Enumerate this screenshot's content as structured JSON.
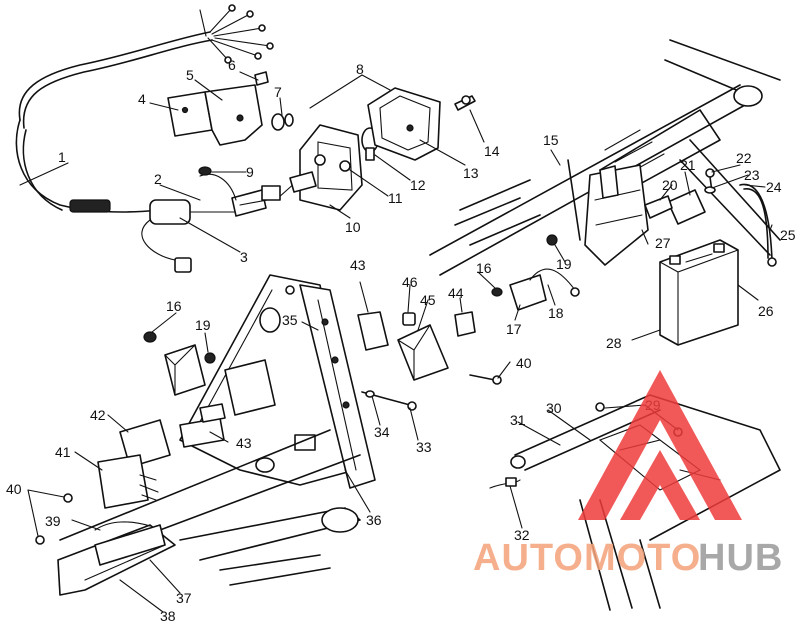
{
  "labels": {
    "l1": "1",
    "l2": "2",
    "l3": "3",
    "l4": "4",
    "l5": "5",
    "l6": "6",
    "l7": "7",
    "l8": "8",
    "l9": "9",
    "l10": "10",
    "l11": "11",
    "l12": "12",
    "l13": "13",
    "l14": "14",
    "l15": "15",
    "l16a": "16",
    "l16b": "16",
    "l17": "17",
    "l18": "18",
    "l19a": "19",
    "l19b": "19",
    "l20": "20",
    "l21": "21",
    "l22": "22",
    "l23": "23",
    "l24": "24",
    "l25": "25",
    "l26": "26",
    "l27": "27",
    "l28": "28",
    "l29": "29",
    "l30": "30",
    "l31": "31",
    "l32": "32",
    "l33": "33",
    "l34": "34",
    "l35": "35",
    "l36": "36",
    "l37": "37",
    "l38": "38",
    "l39": "39",
    "l40a": "40",
    "l40b": "40",
    "l41": "41",
    "l42": "42",
    "l43a": "43",
    "l43b": "43",
    "l44": "44",
    "l45": "45",
    "l46": "46"
  },
  "watermark": {
    "word_left": "AUTOMOTO",
    "word_right": "HUB",
    "color_left": "#f4a27a",
    "color_right": "#9a9a9a",
    "logo_color": "#ef3b3b"
  }
}
